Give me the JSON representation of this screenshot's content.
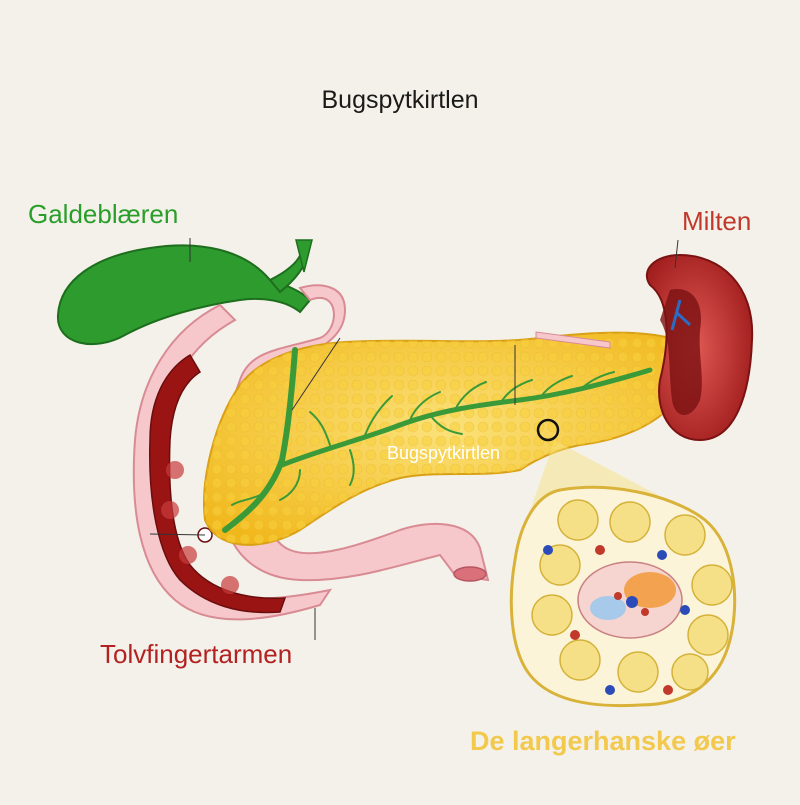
{
  "title": "Bugspytkirtlen",
  "labels": {
    "gallbladder": "Galdeblæren",
    "spleen": "Milten",
    "pancreas": "Bugspytkirtlen",
    "duodenum": "Tolvfingertarmen",
    "islets": "De langerhanske øer"
  },
  "colors": {
    "background": "#f4f1ea",
    "gallbladder": "#2a9e2a",
    "spleen": "#c0392b",
    "duodenum": "#b22222",
    "islets": "#f2c94c",
    "pancreas": "#f5c842",
    "duct": "#3a9a3a",
    "intestine": "#f6c8cc"
  }
}
